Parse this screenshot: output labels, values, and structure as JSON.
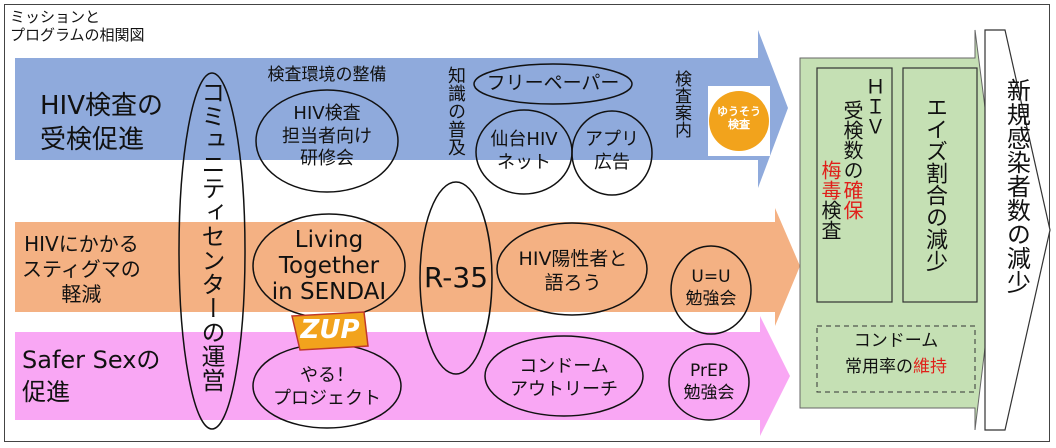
{
  "title": "ミッションと\nプログラムの相関図",
  "rows": {
    "hiv": "HIV検査の\n受検促進",
    "stigma": "HIVにかかる\nスティグマの\n軽減",
    "safer": "Safer Sexの\n促進"
  },
  "community_center": "コミュニティセンターの運営",
  "hiv_row": {
    "env_label": "検査環境の整備",
    "training": "HIV検査\n担当者向け\n研修会",
    "knowledge_label": "知識の普及",
    "free_paper": "フリーペーパー",
    "sendai_net": "仙台HIV\nネット",
    "app_ad": "アプリ\n広告",
    "test_guide": "検査案内",
    "yuusou": "ゆうそう\n検査"
  },
  "stigma_row": {
    "living": "Living\nTogether\nin SENDAI",
    "r35": "R-35",
    "positive_talk": "HIV陽性者と\n語ろう",
    "uu": "U=U\n勉強会"
  },
  "safer_row": {
    "zup": "ZUP",
    "yaru": "やる！\nプロジェクト",
    "condom_outreach": "コンドーム\nアウトリーチ",
    "prep": "PrEP\n勉強会"
  },
  "outcomes": {
    "hiv_test": {
      "line1": "ＨＩＶ",
      "line2a": "受検数の",
      "line2b": "確保",
      "line3a": "梅毒",
      "line3b": "検査"
    },
    "aids": "エイズ割合の減少",
    "condom_label": "コンドーム",
    "condom_rate_a": "常用率の",
    "condom_rate_b": "維持"
  },
  "final": "新規感染者数の減少",
  "colors": {
    "blue": "#8faadc",
    "orange": "#f4b183",
    "pink": "#f9a7f4",
    "green": "#c5e0b4",
    "red": "#e0201a",
    "gold": "#f2a31c"
  }
}
